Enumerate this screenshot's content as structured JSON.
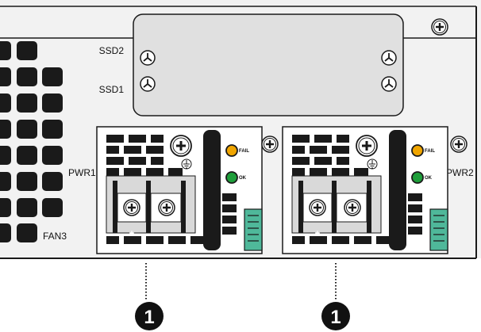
{
  "labels": {
    "ssd2": "SSD2",
    "ssd1": "SSD1",
    "pwr1": "PWR1",
    "pwr2": "PWR2",
    "fan3": "FAN3",
    "fail": "FAIL",
    "ok": "OK",
    "plus": "+",
    "minus": "-"
  },
  "callouts": [
    "1",
    "1"
  ],
  "colors": {
    "outline": "#1a1a1a",
    "chassis": "#f2f2f2",
    "panel": "#e0e0e0",
    "fail_led": "#f0a500",
    "ok_led": "#1e9e3a",
    "connector": "#4fb89a"
  }
}
